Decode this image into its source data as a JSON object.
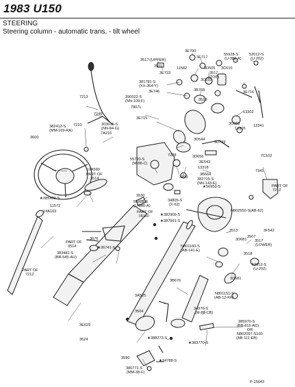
{
  "title": "1983 U150",
  "section": "STEERING",
  "subtitle": "Steering column - automatic trans. - tilt wheel",
  "figure_id": "P-15643",
  "callouts": [
    {
      "id": "c01",
      "text": "3E700"
    },
    {
      "id": "c02",
      "text": "3E717"
    },
    {
      "id": "c03",
      "text": "3517-(UPPER)"
    },
    {
      "id": "c04",
      "text": "3511"
    },
    {
      "id": "c05",
      "text": "55928-S"
    },
    {
      "id": "c06",
      "text": "(U-380-A)"
    },
    {
      "id": "c07",
      "text": "52012-S"
    },
    {
      "id": "c08",
      "text": "(U-202)"
    },
    {
      "id": "c09",
      "text": "11582"
    },
    {
      "id": "c10",
      "text": "3D505"
    },
    {
      "id": "c11",
      "text": "3C610"
    },
    {
      "id": "c12",
      "text": "3E723"
    },
    {
      "id": "c13",
      "text": "3517"
    },
    {
      "id": "c14",
      "text": "(TOP)"
    },
    {
      "id": "c15",
      "text": "381781-S"
    },
    {
      "id": "c16",
      "text": "(XX-364-Y)"
    },
    {
      "id": "c17",
      "text": "3C610"
    },
    {
      "id": "c18",
      "text": "3E716"
    },
    {
      "id": "c19",
      "text": "3E746"
    },
    {
      "id": "c20",
      "text": "3B768"
    },
    {
      "id": "c21",
      "text": "390022-S"
    },
    {
      "id": "c22",
      "text": "(NN-109-F)"
    },
    {
      "id": "c23",
      "text": "3513"
    },
    {
      "id": "c24",
      "text": "13302"
    },
    {
      "id": "c25",
      "text": "7213"
    },
    {
      "id": "c26",
      "text": "7807L"
    },
    {
      "id": "c27",
      "text": "7246"
    },
    {
      "id": "c28",
      "text": "3E715"
    },
    {
      "id": "c29",
      "text": "3D655"
    },
    {
      "id": "c30",
      "text": "13305"
    },
    {
      "id": "c31",
      "text": "13341"
    },
    {
      "id": "c32",
      "text": "7210"
    },
    {
      "id": "c33",
      "text": "303015-S"
    },
    {
      "id": "c34",
      "text": "(NN-84-G)"
    },
    {
      "id": "c35",
      "text": "7A216"
    },
    {
      "id": "c36",
      "text": "3D544"
    },
    {
      "id": "c37",
      "text": "3D739"
    },
    {
      "id": "c38",
      "text": "382412-S"
    },
    {
      "id": "c39",
      "text": "(MM-169-RA)"
    },
    {
      "id": "c40",
      "text": "3600"
    },
    {
      "id": "c41",
      "text": "7C102"
    },
    {
      "id": "c42",
      "text": "3D656"
    },
    {
      "id": "c43",
      "text": "3E543"
    },
    {
      "id": "c44",
      "text": "55720-S"
    },
    {
      "id": "c45",
      "text": "(M-88-C)"
    },
    {
      "id": "c46",
      "text": "7228"
    },
    {
      "id": "c47",
      "text": "13318"
    },
    {
      "id": "c48",
      "text": "3499"
    },
    {
      "id": "c49",
      "text": "3B664"
    },
    {
      "id": "c50",
      "text": "11A599"
    },
    {
      "id": "c51",
      "text": "PART OF"
    },
    {
      "id": "c52",
      "text": "3514"
    },
    {
      "id": "c53",
      "text": "382715-S"
    },
    {
      "id": "c54",
      "text": "(NN-143-E)"
    },
    {
      "id": "c55",
      "text": "7341"
    },
    {
      "id": "c56",
      "text": "PART OF"
    },
    {
      "id": "c57",
      "text": "7212"
    },
    {
      "id": "c58",
      "text": "★56950-S"
    },
    {
      "id": "c59",
      "text": "3530"
    },
    {
      "id": "c60",
      "text": "★385400-S"
    },
    {
      "id": "c61",
      "text": "11572"
    },
    {
      "id": "c62",
      "text": "55928-S"
    },
    {
      "id": "c63",
      "text": "(U-380-A)"
    },
    {
      "id": "c64",
      "text": "34805-S"
    },
    {
      "id": "c65",
      "text": "(X-62)"
    },
    {
      "id": "c66",
      "text": "14A163"
    },
    {
      "id": "c67",
      "text": "PART OF"
    },
    {
      "id": "c68",
      "text": "7A110"
    },
    {
      "id": "c69",
      "text": "★382909-S"
    },
    {
      "id": "c70",
      "text": "N802550-S(AB-62)"
    },
    {
      "id": "c71",
      "text": "★387991-S"
    },
    {
      "id": "c72",
      "text": "3513"
    },
    {
      "id": "c73",
      "text": "3507"
    },
    {
      "id": "c74",
      "text": "3F542"
    },
    {
      "id": "c75",
      "text": "3676"
    },
    {
      "id": "c76",
      "text": "PART OF"
    },
    {
      "id": "c77",
      "text": "3514"
    },
    {
      "id": "c78",
      "text": "3D681"
    },
    {
      "id": "c79",
      "text": "3517"
    },
    {
      "id": "c80",
      "text": "(LOWER)"
    },
    {
      "id": "c81",
      "text": "383481-S"
    },
    {
      "id": "c82",
      "text": "(BB-545-AU)"
    },
    {
      "id": "c83",
      "text": "★36741-S"
    },
    {
      "id": "c84",
      "text": "N801160-S"
    },
    {
      "id": "c85",
      "text": "(AB-141-E)"
    },
    {
      "id": "c86",
      "text": "3518"
    },
    {
      "id": "c87",
      "text": "PART OF"
    },
    {
      "id": "c88",
      "text": "7212"
    },
    {
      "id": "c89",
      "text": "3D681"
    },
    {
      "id": "c90",
      "text": "52012-S"
    },
    {
      "id": "c91",
      "text": "(U-202)"
    },
    {
      "id": "c92",
      "text": "3B676"
    },
    {
      "id": "c93",
      "text": "N801151-S"
    },
    {
      "id": "c94",
      "text": "(AB-12-KK)"
    },
    {
      "id": "c95",
      "text": "3A525"
    },
    {
      "id": "c96",
      "text": "34976-S"
    },
    {
      "id": "c97",
      "text": "(M-89-CB)"
    },
    {
      "id": "c98",
      "text": "3504"
    },
    {
      "id": "c99",
      "text": "385970-S"
    },
    {
      "id": "c100",
      "text": "(BB-815-AD)"
    },
    {
      "id": "c101",
      "text": "OR"
    },
    {
      "id": "c102",
      "text": "N802097-S100"
    },
    {
      "id": "c103",
      "text": "(AB-111-EB)"
    },
    {
      "id": "c104",
      "text": "3E629"
    },
    {
      "id": "c105",
      "text": "★388273-S"
    },
    {
      "id": "c106",
      "text": "3524"
    },
    {
      "id": "c107",
      "text": "★383770-S"
    },
    {
      "id": "c108",
      "text": "3590"
    },
    {
      "id": "c109",
      "text": "★34788-S"
    },
    {
      "id": "c110",
      "text": "380771-S"
    },
    {
      "id": "c111",
      "text": "(MM-38-F)"
    }
  ]
}
